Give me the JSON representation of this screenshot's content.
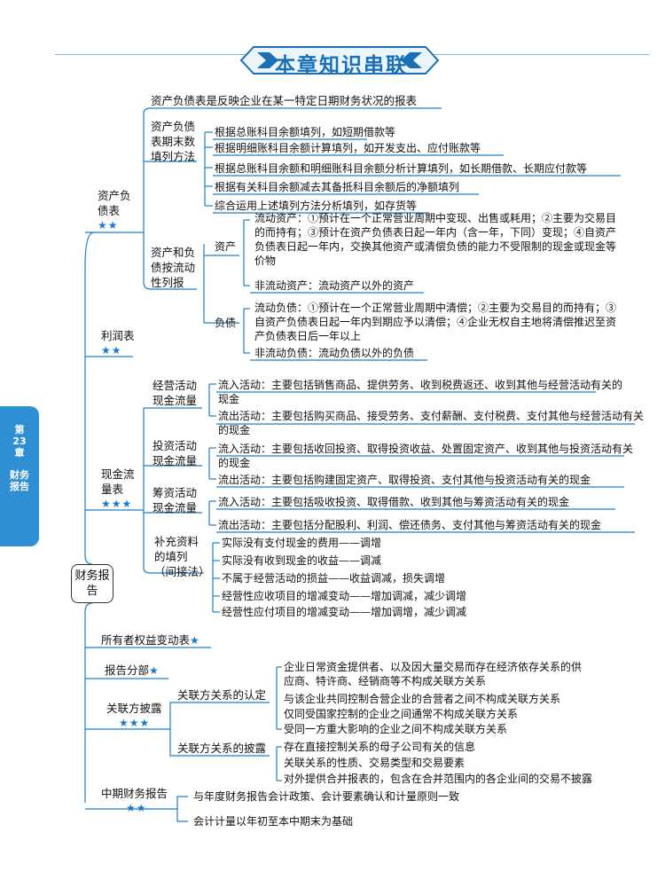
{
  "header": {
    "title": "本章知识串联"
  },
  "side_tab": {
    "chapter_line1": "第",
    "chapter_num": "23",
    "chapter_line3": "章",
    "topic_line1": "财务",
    "topic_line2": "报告"
  },
  "root": {
    "label": "财务报告"
  },
  "stars": {
    "two": "★★",
    "three": "★★★",
    "one": "★"
  },
  "balance_sheet": {
    "label": "资产负债表",
    "definition": "资产负债表是反映企业在某一特定日期财务状况的报表",
    "fill_methods": {
      "label": "资产负债表期末数填列方法",
      "items": [
        "根据总账科目余额填列，如短期借款等",
        "根据明细账科目余额计算填列，如开发支出、应付账款等",
        "根据总账科目余额和明细账科目余额分析计算填列，如长期借款、长期应付款等",
        "根据有关科目余额减去其备抵科目余额后的净额填列",
        "综合运用上述填列方法分析填列，如存货等"
      ]
    },
    "liquidity": {
      "label": "资产和负债按流动性列报",
      "assets": {
        "label": "资产",
        "current": "流动资产：①预计在一个正常营业周期中变现、出售或耗用；②主要为交易目的而持有；③预计在资产负债表日起一年内（含一年，下同）变现；④自资产负债表日起一年内，交换其他资产或清偿负债的能力不受限制的现金或现金等价物",
        "non_current": "非流动资产：流动资产以外的资产"
      },
      "liabilities": {
        "label": "负债",
        "current": "流动负债：①预计在一个正常营业周期中清偿；②主要为交易目的而持有；③自资产负债表日起一年内到期应予以清偿；④企业无权自主地将清偿推迟至资产负债表日后一年以上",
        "non_current": "非流动负债：流动负债以外的负债"
      }
    }
  },
  "income_statement": {
    "label": "利润表"
  },
  "cash_flow": {
    "label": "现金流量表",
    "operating": {
      "label": "经营活动现金流量",
      "inflow": "流入活动：主要包括销售商品、提供劳务、收到税费返还、收到其他与经营活动有关的现金",
      "outflow": "流出活动：主要包括购买商品、接受劳务、支付薪酬、支付税费、支付其他与经营活动有关的现金"
    },
    "investing": {
      "label": "投资活动现金流量",
      "inflow": "流入活动：主要包括收回投资、取得投资收益、处置固定资产、收到其他与投资活动有关的现金",
      "outflow": "流出活动：主要包括购建固定资产、取得投资、支付其他与投资活动有关的现金"
    },
    "financing": {
      "label": "筹资活动现金流量",
      "inflow": "流入活动：主要包括吸收投资、取得借款、收到其他与筹资活动有关的现金",
      "outflow": "流出活动：主要包括分配股利、利润、偿还债务、支付其他与筹资活动有关的现金"
    },
    "supplement": {
      "label_line1": "补充资料",
      "label_line2": "的填列",
      "label_line3": "（间接法）",
      "items": [
        "实际没有支付现金的费用——调增",
        "实际没有收到现金的收益——调减",
        "不属于经营活动的损益——收益调减，损失调增",
        "经营性应收项目的增减变动——增加调减，减少调增",
        "经营性应付项目的增减变动——增加调增，减少调减"
      ]
    }
  },
  "equity_statement": {
    "label": "所有者权益变动表"
  },
  "segment": {
    "label": "报告分部"
  },
  "related_party": {
    "label": "关联方披露",
    "identification": {
      "label": "关联方关系的认定",
      "items": [
        "企业日常资金提供者、以及因大量交易而存在经济依存关系的供应商、特许商、经销商等不构成关联方关系",
        "与该企业共同控制合营企业的合营者之间不构成关联方关系",
        "仅同受国家控制的企业之间通常不构成关联方关系",
        "受同一方重大影响的企业之间不构成关联方关系"
      ]
    },
    "disclosure": {
      "label": "关联方关系的披露",
      "items": [
        "存在直接控制关系的母子公司有关的信息",
        "关联关系的性质、交易类型和交易要素",
        "对外提供合并报表的，包含在合并范围内的各企业间的交易不披露"
      ]
    }
  },
  "interim": {
    "label": "中期财务报告",
    "items": [
      "与年度财务报告会计政策、会计要素确认和计量原则一致",
      "会计计量以年初至本中期末为基础"
    ]
  },
  "colors": {
    "accent": "#1b7ac7",
    "line": "#1f7fc9",
    "tab": "#2f8fd3"
  }
}
